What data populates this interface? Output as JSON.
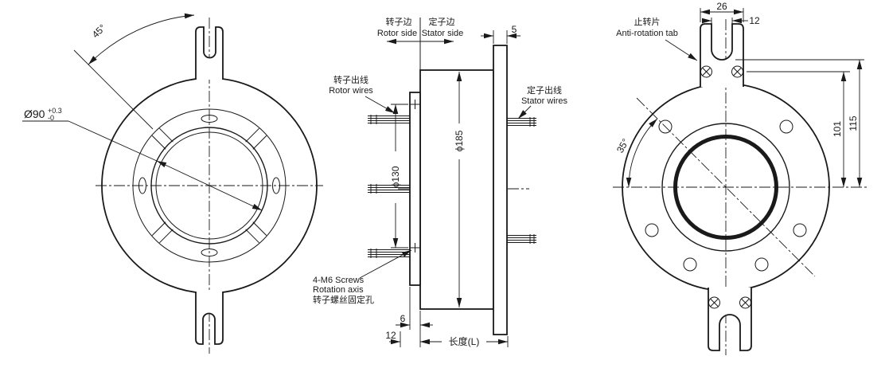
{
  "views": {
    "front": {
      "bore_dim": "Ø90",
      "bore_tol_upper": "+0.3",
      "bore_tol_lower": "-0",
      "angle_dim": "45°"
    },
    "section": {
      "rotor_side_cn": "转子边",
      "rotor_side_en": "Rotor side",
      "stator_side_cn": "定子边",
      "stator_side_en": "Stator side",
      "rotor_wires_cn": "转子出线",
      "rotor_wires_en": "Rotor wires",
      "stator_wires_cn": "定子出线",
      "stator_wires_en": "Stator wires",
      "flange_thickness_dim": "5",
      "rotor_flange_dia_dim": "ϕ130",
      "stator_flange_dia_dim": "ϕ185",
      "screws_label_line1": "4-M6 Screws",
      "screws_label_line2": "Rotation axis",
      "screws_label_line3": "转子螺丝固定孔",
      "rotor_plate_thickness_dim": "6",
      "rotor_offset_dim": "12",
      "length_dim": "长度(L)"
    },
    "rear": {
      "tab_label_cn": "止转片",
      "tab_label_en": "Anti-rotation tab",
      "tab_width_dim": "26",
      "slot_width_dim": "12",
      "screw_height_dim": "101",
      "tab_height_dim": "115",
      "hole_angle_dim": "35°"
    }
  },
  "colors": {
    "line": "#1a1a1a",
    "background": "#ffffff"
  }
}
